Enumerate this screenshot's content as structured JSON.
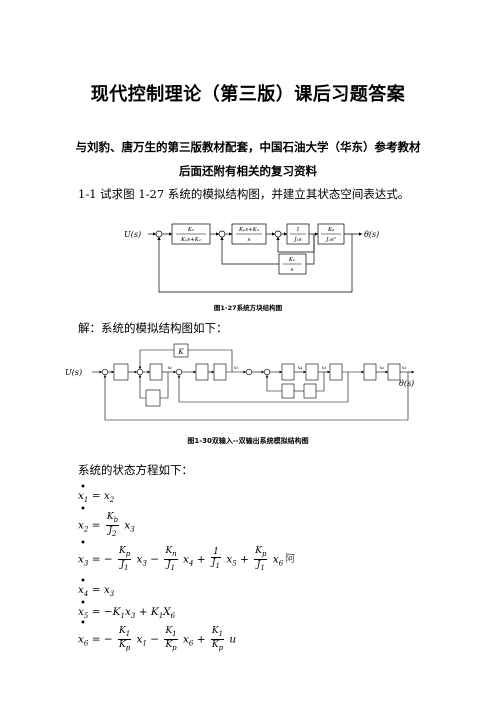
{
  "doc": {
    "title": "现代控制理论（第三版）课后习题答案",
    "subtitle1": "与刘豹、唐万生的第三版教材配套，中国石油大学（华东）参考教材",
    "subtitle2": "后面还附有相关的复习资料",
    "problem": "1-1  试求图 1-27 系统的模拟结构图，并建立其状态空间表达式。",
    "fig1_caption": "图1-27系统方块结构图",
    "solution": "解：系统的模拟结构图如下：",
    "fig2_caption": "图1-30双输入--双输出系统模拟结构图",
    "state_eq_intro": "系统的状态方程如下：",
    "note": "阿"
  },
  "fig1": {
    "input": "U(s)",
    "output": "θ(s)",
    "b1_num": "K₁",
    "b1_den": "Kₚs+K₁",
    "b2_num": "Kₚs+Kₙ",
    "b2_den": "s",
    "b3_num": "1",
    "b3_den": "J₁s",
    "b4_num": "Kᵦ",
    "b4_den": "J₂s²",
    "fb_num": "Kₙ",
    "fb_den": "s"
  },
  "fig2": {
    "input": "U(s)",
    "output": "θ(s)",
    "top_gain": "K",
    "labels": [
      "x₆",
      "x₅",
      "x₄",
      "x₃",
      "x₂",
      "x₁"
    ]
  }
}
